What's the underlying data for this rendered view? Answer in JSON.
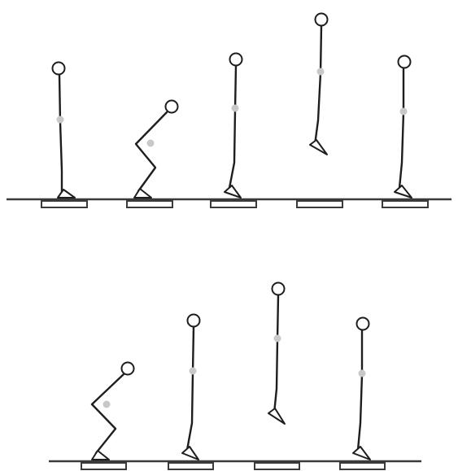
{
  "figure": {
    "colors": {
      "background": "#ffffff",
      "stroke": "#1e1e1e",
      "ground": "#3a3a3a",
      "center_of_mass": "#c8c8c8"
    },
    "rows": [
      {
        "id": "top-sequence",
        "phases": [
          "standing",
          "squat",
          "push-off",
          "flight",
          "landing"
        ]
      },
      {
        "id": "bottom-sequence",
        "phases": [
          "squat",
          "push-off",
          "flight",
          "landing"
        ]
      }
    ]
  }
}
